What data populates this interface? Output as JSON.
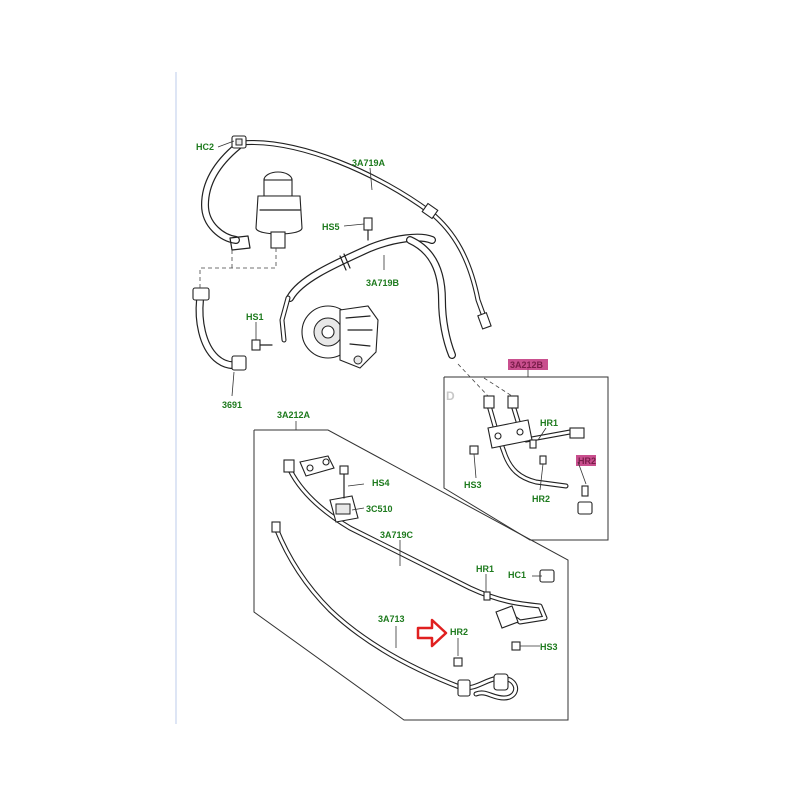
{
  "labels": {
    "hc2": "HC2",
    "a719a": "3A719A",
    "hs5": "HS5",
    "a719b": "3A719B",
    "hs1": "HS1",
    "p3691": "3691",
    "a212b": "3A212B",
    "d": "D",
    "hr1_top": "HR1",
    "hr2_hl": "HR2",
    "hs3_top": "HS3",
    "hr2_top": "HR2",
    "a212a": "3A212A",
    "hs4": "HS4",
    "c3510": "3C510",
    "a719c": "3A719C",
    "hr1_bot": "HR1",
    "hc1": "HC1",
    "a713": "3A713",
    "hr2_bot": "HR2",
    "hs3_bot": "HS3"
  },
  "colors": {
    "label_green": "#1d7a1d",
    "highlight_magenta": "#c0307a",
    "arrow_red": "#e02020",
    "margin_line_blue": "#c8d4ee"
  },
  "icons": {
    "callout_arrow": "red-outline-arrow-icon"
  }
}
